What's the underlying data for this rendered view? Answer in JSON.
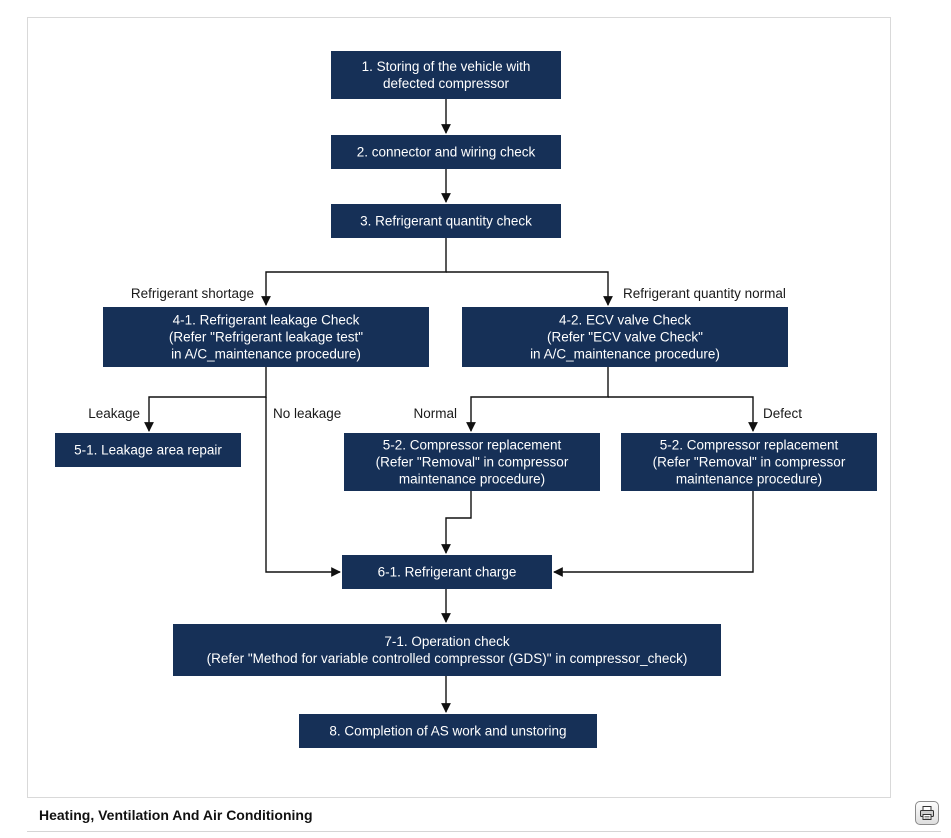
{
  "diagram": {
    "nodes": {
      "n1": [
        "1. Storing of the vehicle with",
        "defected compressor"
      ],
      "n2": [
        "2. connector and wiring check"
      ],
      "n3": [
        "3. Refrigerant quantity check"
      ],
      "n41": [
        "4-1. Refrigerant leakage Check",
        "(Refer \"Refrigerant leakage test\"",
        "in A/C_maintenance procedure)"
      ],
      "n42": [
        "4-2. ECV valve Check",
        "(Refer \"ECV valve Check\"",
        "in A/C_maintenance procedure)"
      ],
      "n51": [
        "5-1. Leakage area repair"
      ],
      "n52a": [
        "5-2. Compressor replacement",
        "(Refer \"Removal\" in compressor",
        "maintenance procedure)"
      ],
      "n52b": [
        "5-2. Compressor replacement",
        "(Refer \"Removal\" in compressor",
        "maintenance procedure)"
      ],
      "n61": [
        "6-1. Refrigerant charge"
      ],
      "n71": [
        "7-1. Operation check",
        "(Refer \"Method for variable controlled compressor (GDS)\" in compressor_check)"
      ],
      "n8": [
        "8. Completion of AS work and unstoring"
      ]
    },
    "edge_labels": {
      "shortage": "Refrigerant shortage",
      "normal_qty": "Refrigerant quantity normal",
      "leakage": "Leakage",
      "no_leakage": "No leakage",
      "normal": "Normal",
      "defect": "Defect"
    }
  },
  "footer": {
    "title": "Heating, Ventilation And Air Conditioning",
    "print_icon": "printer-icon"
  }
}
